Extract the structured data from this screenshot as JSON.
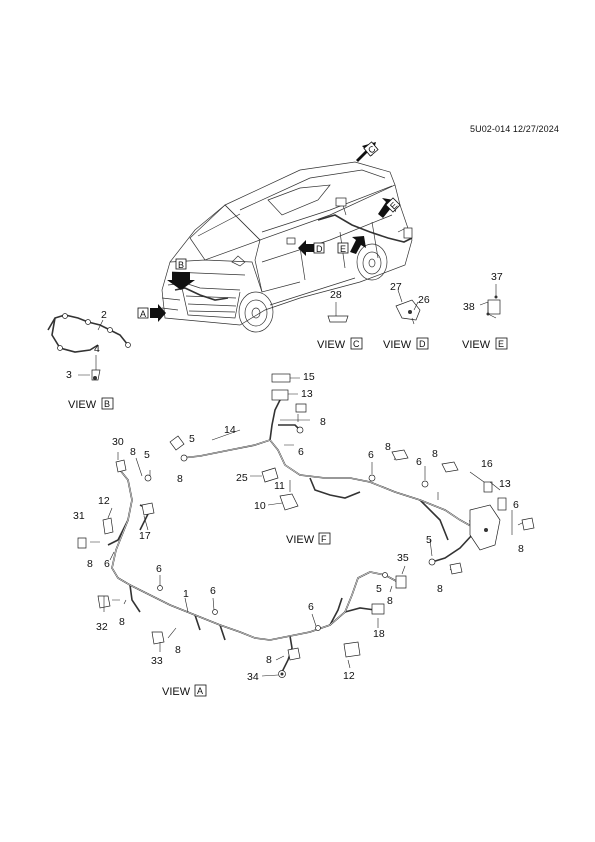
{
  "header": {
    "code": "5U02-014 12/27/2024"
  },
  "views": {
    "b_word": "VIEW",
    "b_letter": "B",
    "c_word": "VIEW",
    "c_letter": "C",
    "d_word": "VIEW",
    "d_letter": "D",
    "e_word": "VIEW",
    "e_letter": "E",
    "f_word": "VIEW",
    "f_letter": "F",
    "a_word": "VIEW",
    "a_letter": "A"
  },
  "arrows": {
    "a": "A",
    "b": "B",
    "c": "C",
    "d": "D",
    "e": "E",
    "e2": "E"
  },
  "labels": [
    {
      "id": "l2",
      "text": "2"
    },
    {
      "id": "l4",
      "text": "4"
    },
    {
      "id": "l3",
      "text": "3"
    },
    {
      "id": "l28",
      "text": "28"
    },
    {
      "id": "l27",
      "text": "27"
    },
    {
      "id": "l26",
      "text": "26"
    },
    {
      "id": "l37",
      "text": "37"
    },
    {
      "id": "l38",
      "text": "38"
    },
    {
      "id": "l15",
      "text": "15"
    },
    {
      "id": "l13a",
      "text": "13"
    },
    {
      "id": "l8a",
      "text": "8"
    },
    {
      "id": "l6a",
      "text": "6"
    },
    {
      "id": "l14",
      "text": "14"
    },
    {
      "id": "l5a",
      "text": "5"
    },
    {
      "id": "l8b",
      "text": "8"
    },
    {
      "id": "l30",
      "text": "30"
    },
    {
      "id": "l8c",
      "text": "8"
    },
    {
      "id": "l5b",
      "text": "5"
    },
    {
      "id": "l25",
      "text": "25"
    },
    {
      "id": "l11",
      "text": "11"
    },
    {
      "id": "l10",
      "text": "10"
    },
    {
      "id": "l6b",
      "text": "6"
    },
    {
      "id": "l8d",
      "text": "8"
    },
    {
      "id": "l6c",
      "text": "6"
    },
    {
      "id": "l8e",
      "text": "8"
    },
    {
      "id": "l16",
      "text": "16"
    },
    {
      "id": "l13b",
      "text": "13"
    },
    {
      "id": "l6d",
      "text": "6"
    },
    {
      "id": "l12a",
      "text": "12"
    },
    {
      "id": "l17",
      "text": "17"
    },
    {
      "id": "l31",
      "text": "31"
    },
    {
      "id": "l8f",
      "text": "8"
    },
    {
      "id": "l6e",
      "text": "6"
    },
    {
      "id": "l8g",
      "text": "8"
    },
    {
      "id": "l5c",
      "text": "5"
    },
    {
      "id": "l8h",
      "text": "8"
    },
    {
      "id": "l35",
      "text": "35"
    },
    {
      "id": "l5d",
      "text": "5"
    },
    {
      "id": "l8i",
      "text": "8"
    },
    {
      "id": "l6f",
      "text": "6"
    },
    {
      "id": "l1",
      "text": "1"
    },
    {
      "id": "l6g",
      "text": "6"
    },
    {
      "id": "l6h",
      "text": "6"
    },
    {
      "id": "l32",
      "text": "32"
    },
    {
      "id": "l8j",
      "text": "8"
    },
    {
      "id": "l18",
      "text": "18"
    },
    {
      "id": "l33",
      "text": "33"
    },
    {
      "id": "l8k",
      "text": "8"
    },
    {
      "id": "l8l",
      "text": "8"
    },
    {
      "id": "l34",
      "text": "34"
    },
    {
      "id": "l12b",
      "text": "12"
    }
  ]
}
